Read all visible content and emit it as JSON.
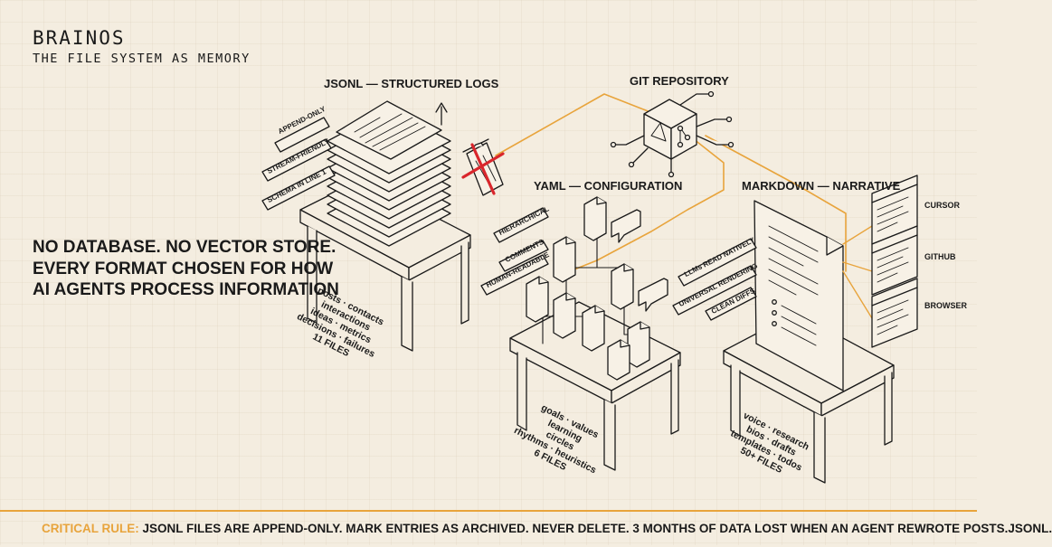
{
  "header": {
    "brand": "BRAINOS",
    "subtitle": "THE FILE SYSTEM AS MEMORY"
  },
  "thesis": [
    "NO DATABASE. NO VECTOR STORE.",
    "EVERY FORMAT CHOSEN FOR HOW",
    "AI AGENTS PROCESS INFORMATION"
  ],
  "git": {
    "title": "GIT REPOSITORY"
  },
  "jsonl": {
    "title": "JSONL — STRUCTURED LOGS",
    "tags": [
      "APPEND-ONLY",
      "STREAM-FRIENDLY",
      "SCHEMA IN LINE 1"
    ],
    "contents": [
      "posts · contacts",
      "interactions",
      "ideas · metrics",
      "decisions · failures",
      "11 FILES"
    ]
  },
  "yaml": {
    "title": "YAML — CONFIGURATION",
    "tags": [
      "HIERARCHICAL",
      "COMMENTS",
      "HUMAN-READABLE"
    ],
    "contents": [
      "goals · values",
      "learning",
      "circles",
      "rhythms · heuristics",
      "6 FILES"
    ]
  },
  "markdown": {
    "title": "MARKDOWN — NARRATIVE",
    "tags": [
      "LLMs READ NATIVELY",
      "UNIVERSAL RENDERING",
      "CLEAN DIFFS"
    ],
    "contents": [
      "voice · research",
      "bios · drafts",
      "templates · todos",
      "50+ FILES"
    ],
    "renderers": [
      "CURSOR",
      "GITHUB",
      "BROWSER"
    ]
  },
  "footer": {
    "label": "CRITICAL RULE:",
    "text": "JSONL FILES ARE APPEND-ONLY. MARK ENTRIES AS ARCHIVED. NEVER DELETE. 3 MONTHS OF DATA LOST WHEN AN AGENT REWROTE POSTS.JSONL."
  },
  "colors": {
    "accent": "#e8a43c",
    "ink": "#1a1a1a",
    "background": "#f4ede0",
    "prohibition": "#d9262c"
  },
  "icons": [
    "trash-icon",
    "git-cube-icon",
    "document-icon",
    "chat-bubble-icon",
    "editor-window-icon",
    "up-arrow-icon"
  ]
}
